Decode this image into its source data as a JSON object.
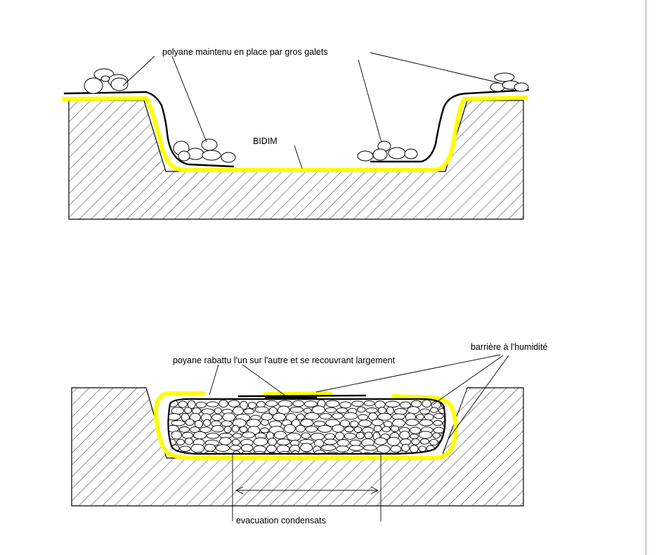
{
  "colors": {
    "ground": "#000000",
    "bidim": "#ffff00",
    "polyane": "#000000",
    "background": "#ffffff"
  },
  "top_diagram": {
    "label_galets": "polyane maintenu en place  par gros galets",
    "label_bidim": "BIDIM"
  },
  "bottom_diagram": {
    "label_polyane": "poyane rabattu l'un sur l'autre et se recouvrant largement",
    "label_barriere": "barrière à l'humidité",
    "label_evacuation": "evacuation condensats"
  }
}
